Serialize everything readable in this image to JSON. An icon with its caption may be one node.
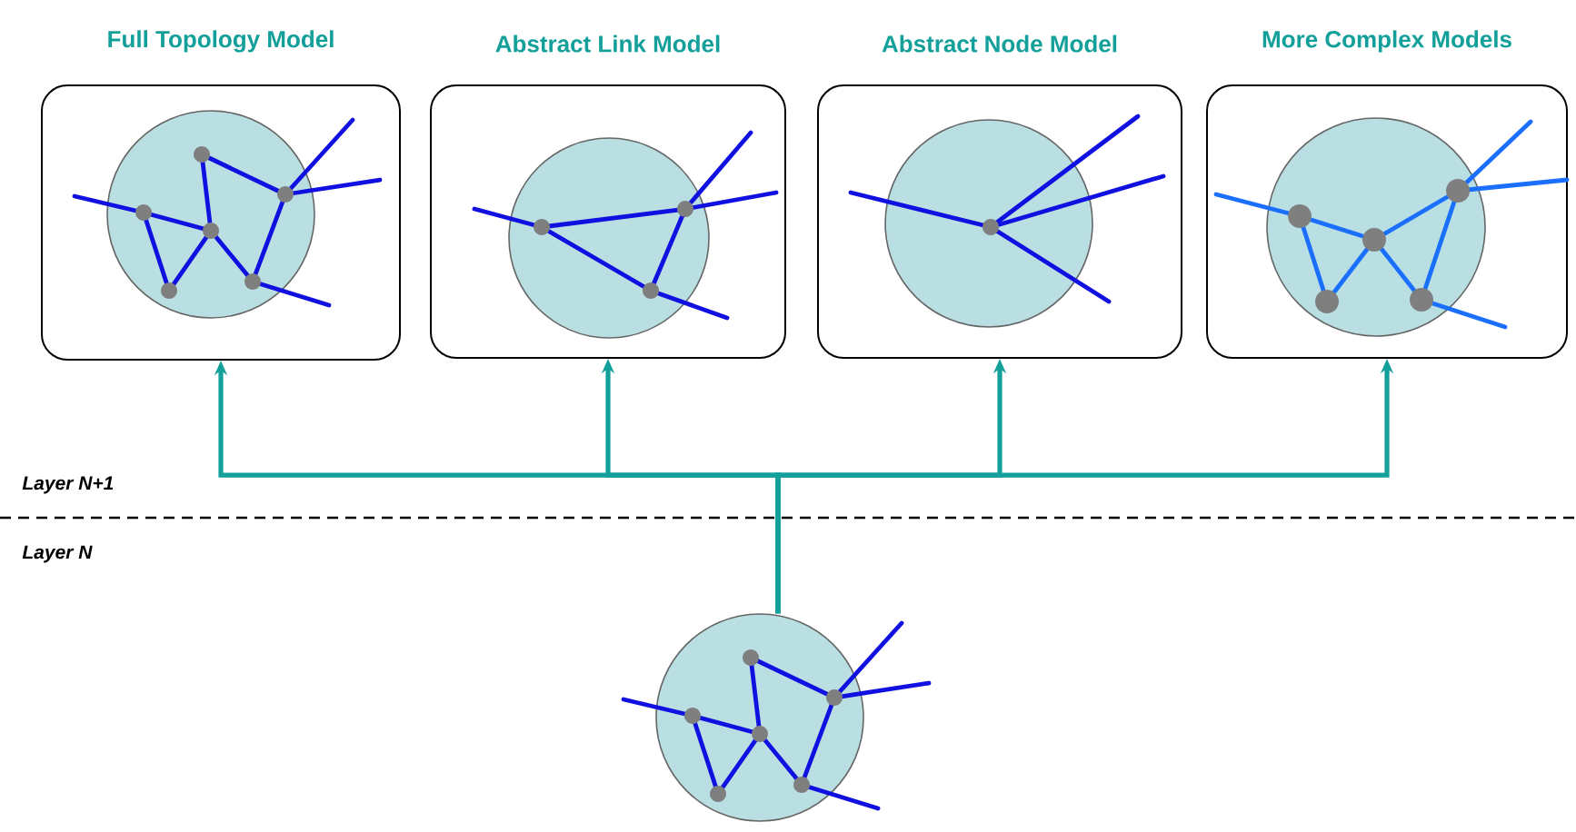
{
  "diagram": {
    "nodes": [
      {
        "text": [
          "Full Topology Model"
        ]
      },
      {
        "text": [
          "Abstract Link Model"
        ]
      },
      {
        "text": [
          "Abstract Node Model"
        ]
      },
      {
        "text": [
          "More Complex Models"
        ]
      },
      {
        "text": [],
        "shape": "circle"
      }
    ],
    "edges": [
      {
        "from": 4,
        "to": 0,
        "arrow": "to"
      },
      {
        "from": 4,
        "to": 1,
        "arrow": "to"
      },
      {
        "from": 4,
        "to": 2,
        "arrow": "to"
      },
      {
        "from": 4,
        "to": 3,
        "arrow": "to"
      }
    ],
    "labels": [
      "Layer N+1",
      "Layer N"
    ]
  }
}
